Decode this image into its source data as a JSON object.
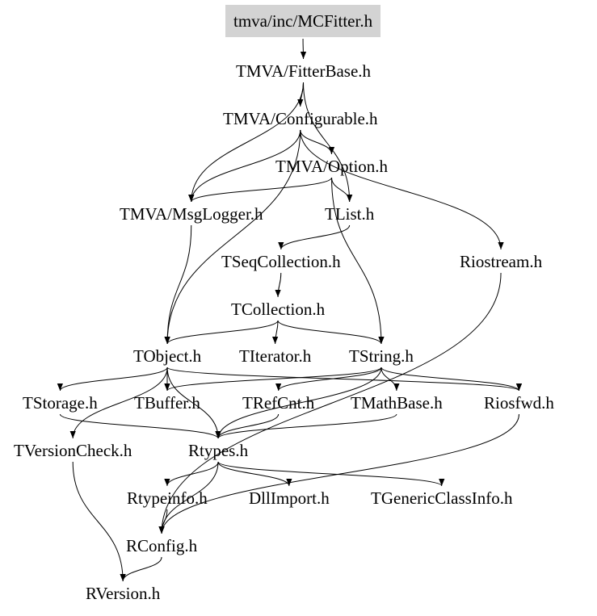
{
  "diagram": {
    "root_color": "#d3d3d3",
    "edge_color": "#000000",
    "nodes": {
      "mcfitter": "tmva/inc/MCFitter.h",
      "fitterbase": "TMVA/FitterBase.h",
      "configurable": "TMVA/Configurable.h",
      "option": "TMVA/Option.h",
      "msglogger": "TMVA/MsgLogger.h",
      "tlist": "TList.h",
      "tseqcollection": "TSeqCollection.h",
      "riostream": "Riostream.h",
      "tcollection": "TCollection.h",
      "tobject": "TObject.h",
      "titerator": "TIterator.h",
      "tstring": "TString.h",
      "tstorage": "TStorage.h",
      "tbuffer": "TBuffer.h",
      "trefcnt": "TRefCnt.h",
      "tmathbase": "TMathBase.h",
      "riosfwd": "Riosfwd.h",
      "tversioncheck": "TVersionCheck.h",
      "rtypes": "Rtypes.h",
      "rtypeinfo": "Rtypeinfo.h",
      "dllimport": "DllImport.h",
      "tgenericclassinfo": "TGenericClassInfo.h",
      "rconfig": "RConfig.h",
      "rversion": "RVersion.h"
    },
    "edges": [
      [
        "mcfitter",
        "fitterbase"
      ],
      [
        "fitterbase",
        "configurable"
      ],
      [
        "fitterbase",
        "msglogger"
      ],
      [
        "fitterbase",
        "tlist"
      ],
      [
        "configurable",
        "option"
      ],
      [
        "configurable",
        "msglogger"
      ],
      [
        "configurable",
        "riostream"
      ],
      [
        "configurable",
        "tobject"
      ],
      [
        "option",
        "msglogger"
      ],
      [
        "option",
        "tlist"
      ],
      [
        "option",
        "tstring"
      ],
      [
        "msglogger",
        "tobject"
      ],
      [
        "tlist",
        "tseqcollection"
      ],
      [
        "tseqcollection",
        "tcollection"
      ],
      [
        "tcollection",
        "tobject"
      ],
      [
        "tcollection",
        "titerator"
      ],
      [
        "tcollection",
        "tstring"
      ],
      [
        "tobject",
        "tstorage"
      ],
      [
        "tobject",
        "tbuffer"
      ],
      [
        "tobject",
        "riosfwd"
      ],
      [
        "tobject",
        "tversioncheck"
      ],
      [
        "tobject",
        "rtypes"
      ],
      [
        "tstring",
        "tbuffer"
      ],
      [
        "tstring",
        "riosfwd"
      ],
      [
        "tstring",
        "trefcnt"
      ],
      [
        "tstring",
        "rtypes"
      ],
      [
        "tstring",
        "tmathbase"
      ],
      [
        "trefcnt",
        "rtypes"
      ],
      [
        "tmathbase",
        "rtypes"
      ],
      [
        "riosfwd",
        "rconfig"
      ],
      [
        "riostream",
        "rconfig"
      ],
      [
        "tstorage",
        "rtypes"
      ],
      [
        "tversioncheck",
        "rversion"
      ],
      [
        "rtypes",
        "rtypeinfo"
      ],
      [
        "rtypes",
        "dllimport"
      ],
      [
        "rtypes",
        "tgenericclassinfo"
      ],
      [
        "rtypes",
        "rconfig"
      ],
      [
        "rtypeinfo",
        "rconfig"
      ],
      [
        "rconfig",
        "rversion"
      ]
    ]
  }
}
